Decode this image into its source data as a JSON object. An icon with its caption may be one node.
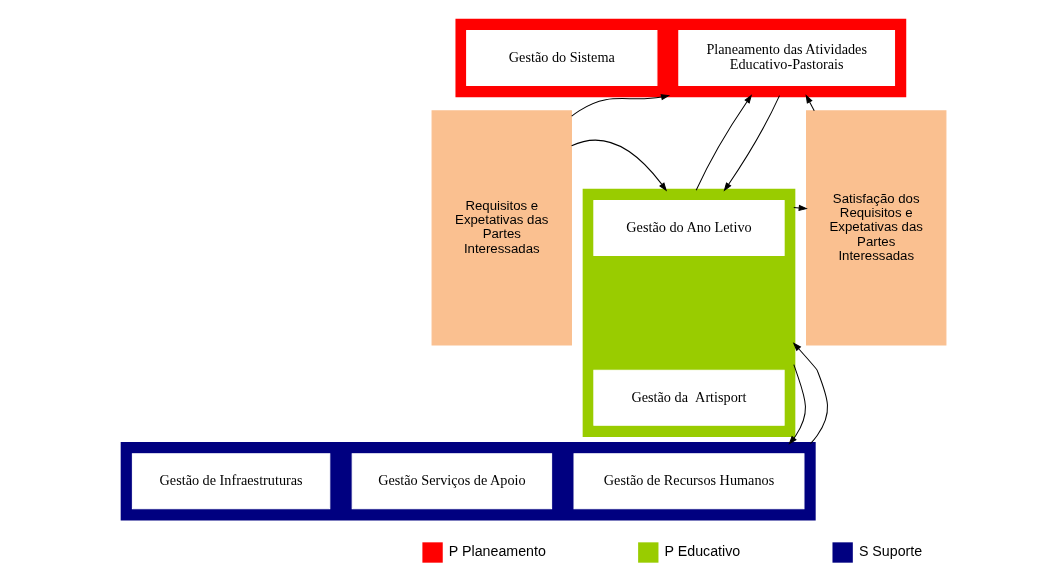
{
  "diagram": {
    "nodes": [
      {
        "text": [
          "Requisitos e Expetativas das Partes Interessadas"
        ]
      },
      {
        "text": [],
        "shape": "box"
      },
      {
        "text": [
          "Planeamento das Atividades Educativo-Pastorais"
        ],
        "in": 1
      },
      {
        "text": [
          "Gestão do Sistema"
        ],
        "in": 1
      },
      {
        "text": [],
        "shape": "box"
      },
      {
        "text": [
          "Gestão do Ano Letivo"
        ],
        "in": 4
      },
      {
        "text": [
          "Gestão da  Artisport"
        ],
        "in": 4
      },
      {
        "text": [],
        "shape": "box"
      },
      {
        "text": [
          "Gestão de Recursos Humanos"
        ],
        "in": 7
      },
      {
        "text": [
          "Gestão Serviços de Apoio"
        ],
        "in": 7
      },
      {
        "text": [
          "Gestão de Infraestruturas"
        ],
        "in": 7
      },
      {
        "text": [
          "Satisfação dos Requisitos e Expetativas das Partes Interessadas"
        ]
      }
    ],
    "edges": [
      {
        "from": 0,
        "to": 1,
        "arrow": "to"
      },
      {
        "from": 11,
        "to": 1,
        "arrow": "to"
      },
      {
        "from": 1,
        "to": 4,
        "arrow": "to"
      },
      {
        "from": 4,
        "to": 1,
        "arrow": "to"
      },
      {
        "from": 0,
        "to": 4,
        "arrow": "to"
      },
      {
        "from": 4,
        "to": 11,
        "arrow": "to"
      },
      {
        "from": 4,
        "to": 7,
        "arrow": "to"
      },
      {
        "from": 7,
        "to": 4,
        "arrow": "to"
      }
    ],
    "legend": [
      {
        "text": "P Planeamento",
        "color": "#ff0000"
      },
      {
        "text": "P Educativo",
        "color": "#99cc00"
      },
      {
        "text": "S Suporte",
        "color": "#000080"
      }
    ]
  }
}
